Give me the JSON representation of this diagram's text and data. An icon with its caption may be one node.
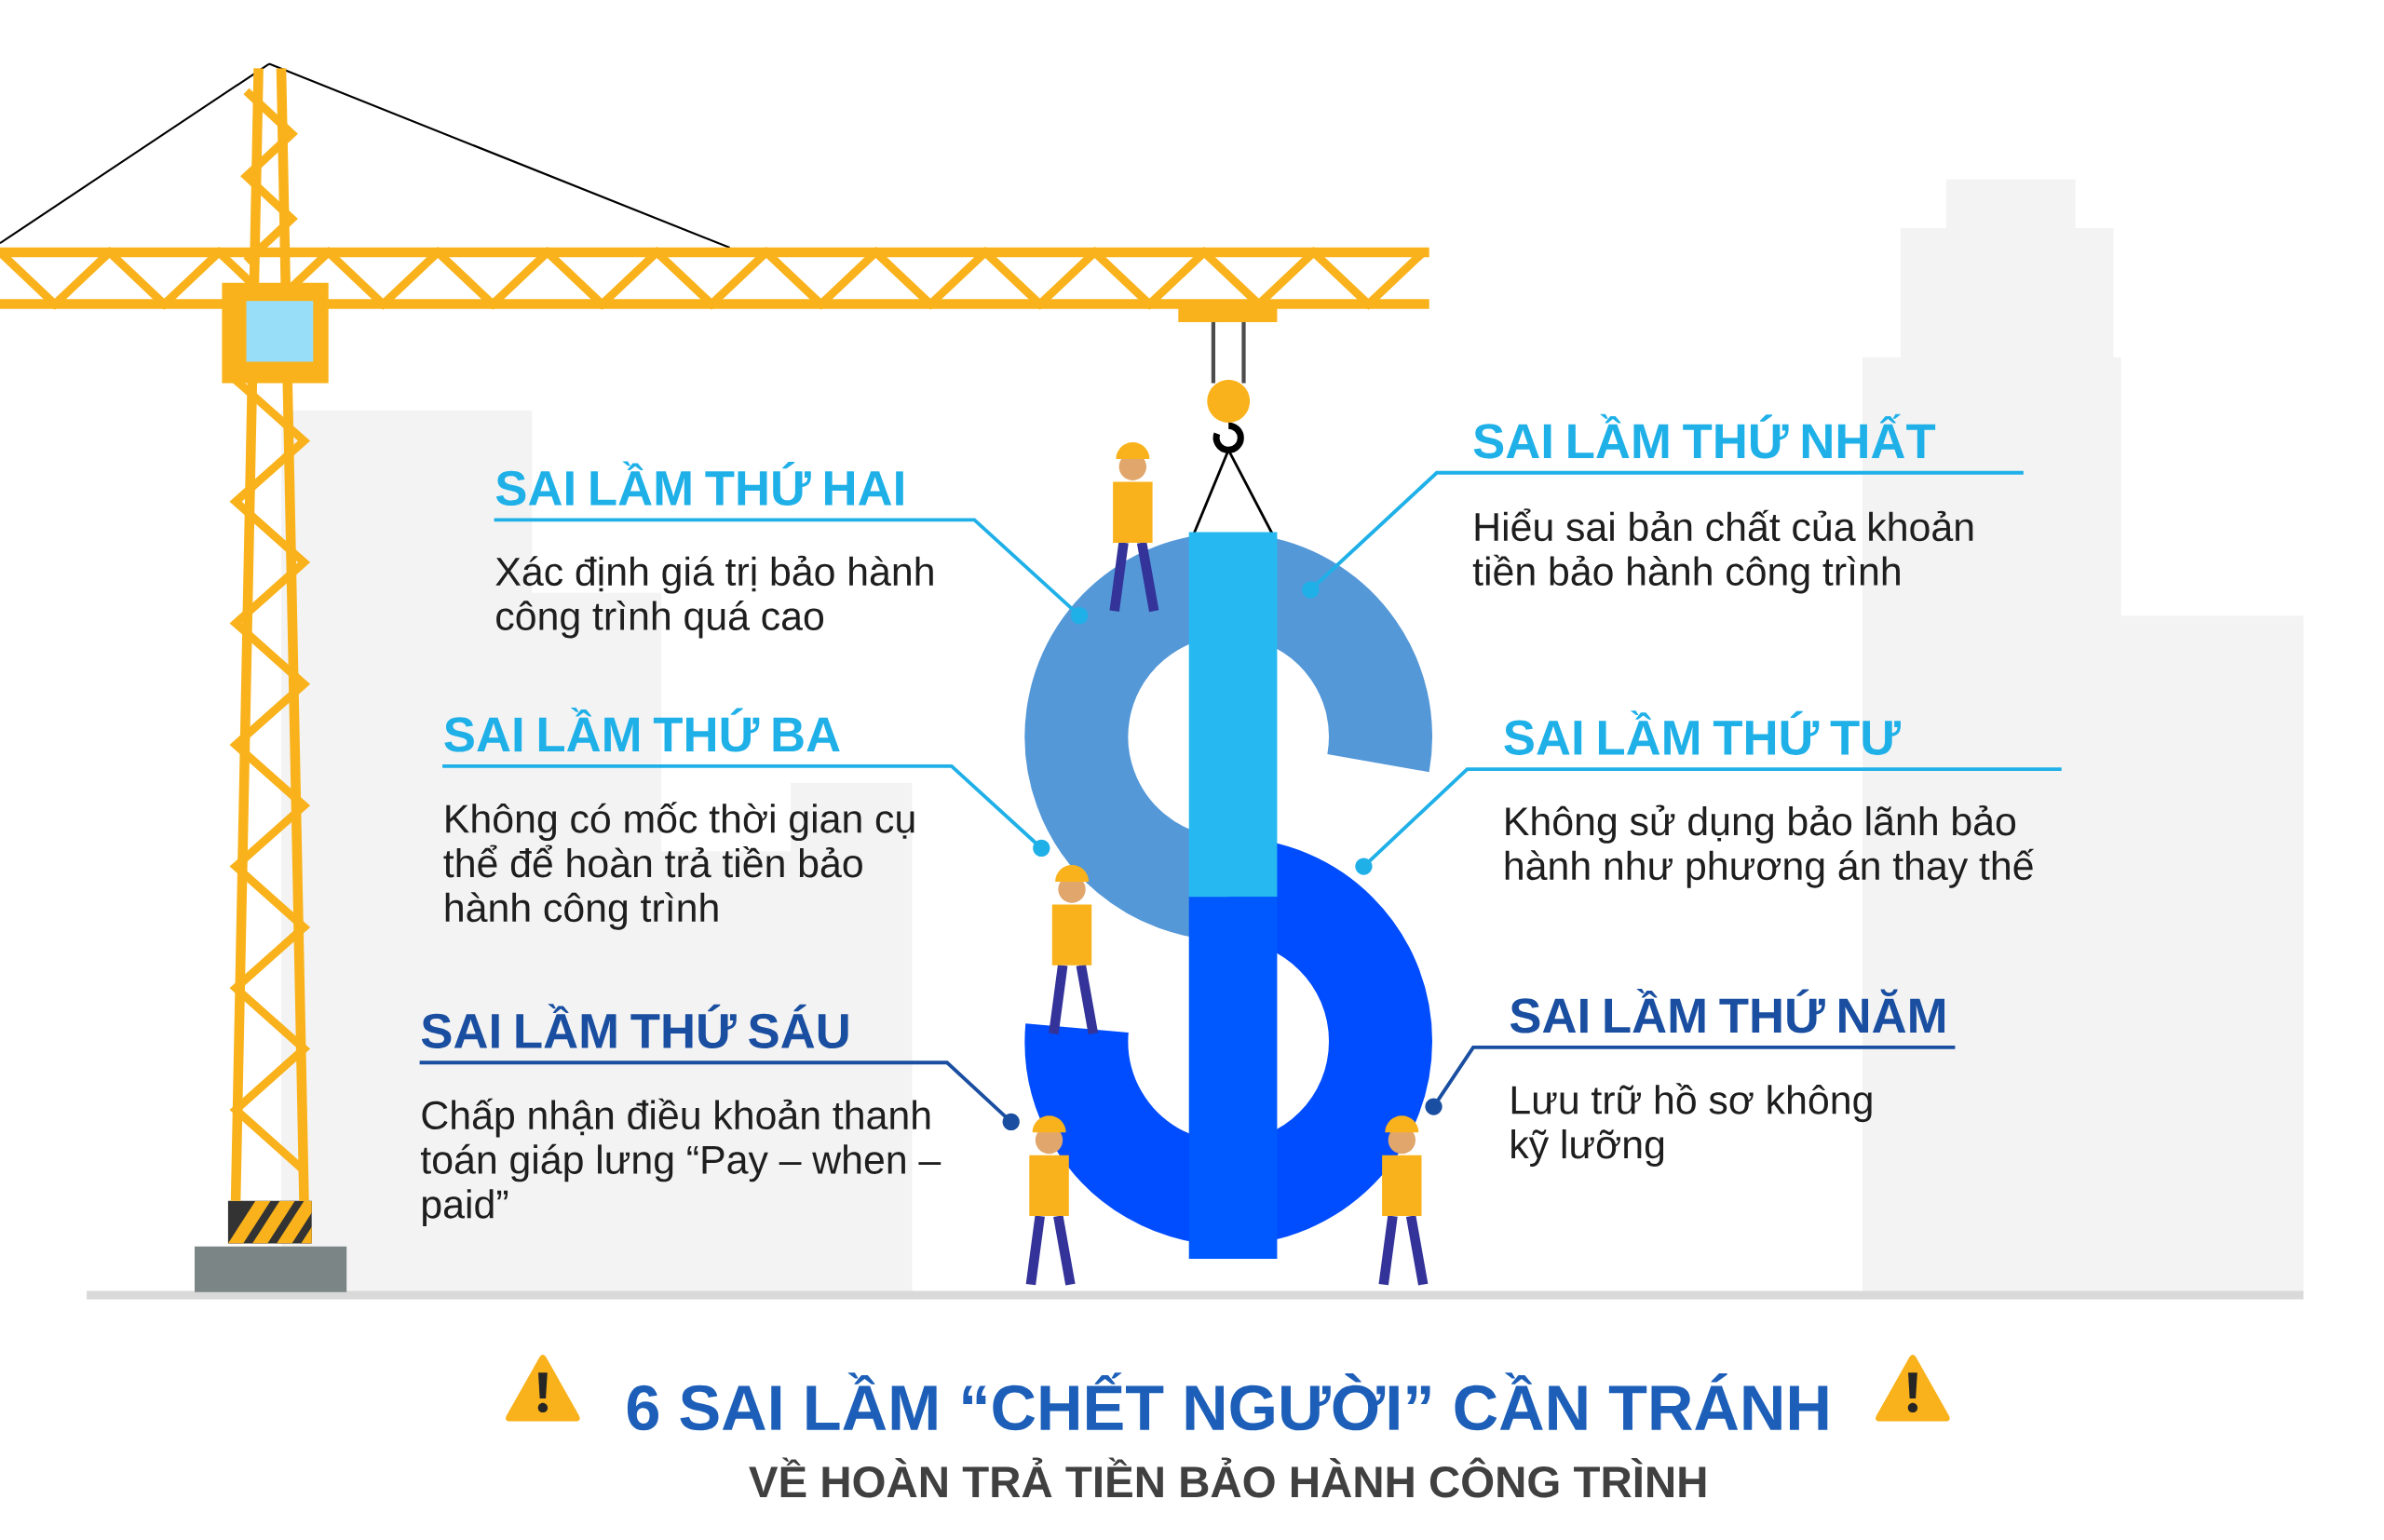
{
  "diagram": {
    "title": "6 SAI LẦM “CHẾT NGƯỜI” CẦN TRÁNH",
    "nodes": [
      {
        "text": [
          "SAI LẦM THỨ NHẤT",
          "Hiểu sai bản chất của khoản tiền bảo hành công trình"
        ]
      },
      {
        "text": [
          "SAI LẦM THỨ HAI",
          "Xác định giá trị bảo hành công trình quá cao"
        ]
      },
      {
        "text": [
          "SAI LẦM THỨ BA",
          "Không có mốc thời gian cụ thể để hoàn trả tiền bảo hành công trình"
        ]
      },
      {
        "text": [
          "SAI LẦM THỨ TƯ",
          "Không sử dụng bảo lãnh bảo hành như phương án thay thế"
        ]
      },
      {
        "text": [
          "SAI LẦM THỨ NĂM",
          "Lưu trữ hồ sơ không kỹ lưỡng"
        ]
      },
      {
        "text": [
          "SAI LẦM THỨ SÁU",
          "Chấp nhận điều khoản thanh toán giáp lưng “Pay – when – paid”"
        ]
      },
      {
        "text": [],
        "shape": "picture"
      }
    ],
    "edges": [
      {
        "from": 0,
        "to": 6,
        "arrow": "other"
      },
      {
        "from": 1,
        "to": 6,
        "arrow": "other"
      },
      {
        "from": 2,
        "to": 6,
        "arrow": "other"
      },
      {
        "from": 3,
        "to": 6,
        "arrow": "other"
      },
      {
        "from": 4,
        "to": 6,
        "arrow": "other",
        "color": "#1a4ea0"
      },
      {
        "from": 5,
        "to": 6,
        "arrow": "other",
        "color": "#1a4ea0"
      }
    ],
    "labels": [
      "VỀ HOÀN TRẢ TIỀN BẢO HÀNH CÔNG TRÌNH"
    ]
  }
}
